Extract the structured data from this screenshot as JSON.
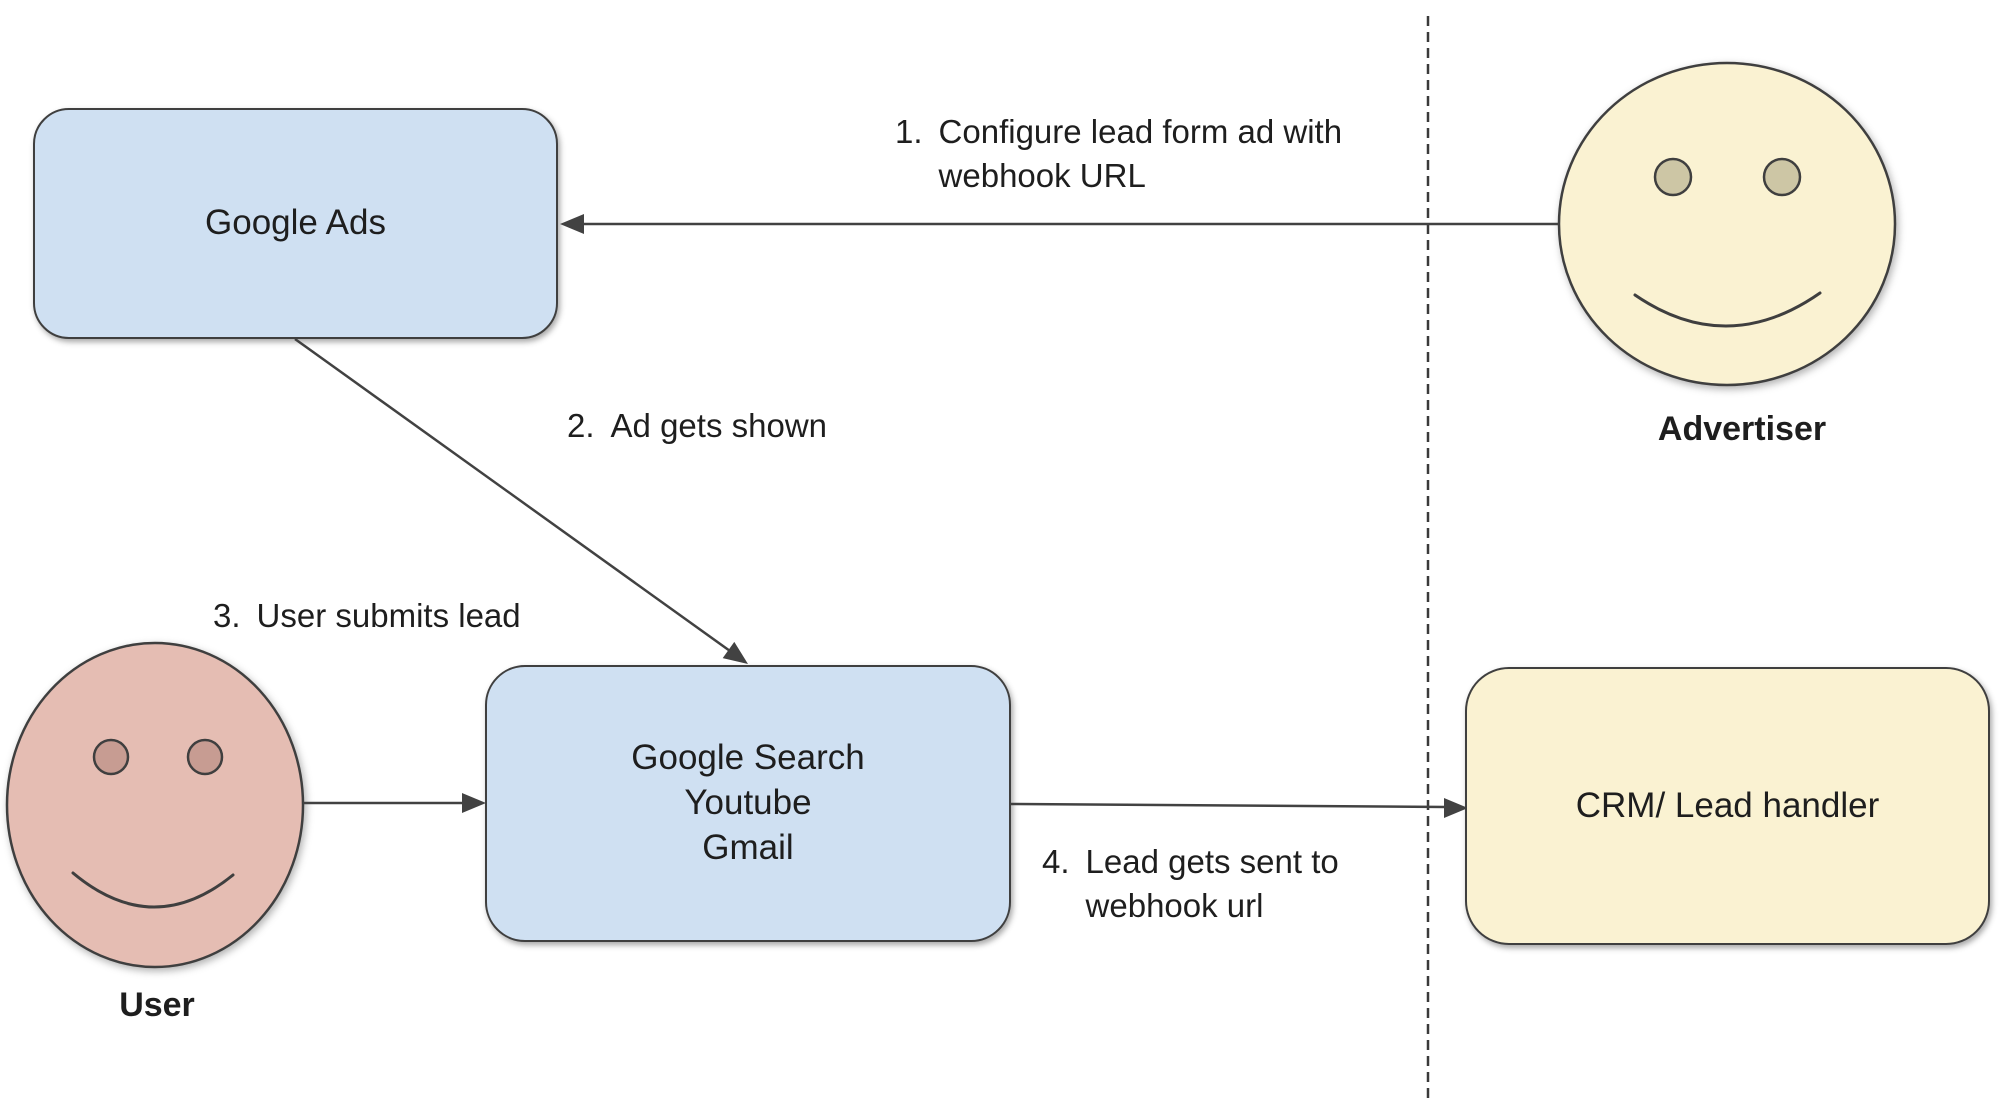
{
  "nodes": {
    "google_ads": {
      "label": "Google Ads"
    },
    "google_surfaces": {
      "label": "Google Search\nYoutube\nGmail"
    },
    "crm": {
      "label": "CRM/ Lead handler"
    }
  },
  "actors": {
    "advertiser": {
      "label": "Advertiser"
    },
    "user": {
      "label": "User"
    }
  },
  "steps": [
    {
      "number": "1.",
      "text": "Configure lead form ad with\nwebhook URL"
    },
    {
      "number": "2.",
      "text": "Ad gets shown"
    },
    {
      "number": "3.",
      "text": "User submits lead"
    },
    {
      "number": "4.",
      "text": "Lead gets sent to\nwebhook url"
    }
  ],
  "colors": {
    "node_blue_fill": "#cfe0f2",
    "node_yellow_fill": "#faf2d2",
    "advertiser_face_fill": "#faf2d2",
    "advertiser_eye_fill": "#cdc6a5",
    "user_face_fill": "#e5bdb3",
    "user_eye_fill": "#c79c92",
    "shape_border": "#3f3f3f",
    "arrow_color": "#424242",
    "text_color": "#1e1e1e"
  }
}
